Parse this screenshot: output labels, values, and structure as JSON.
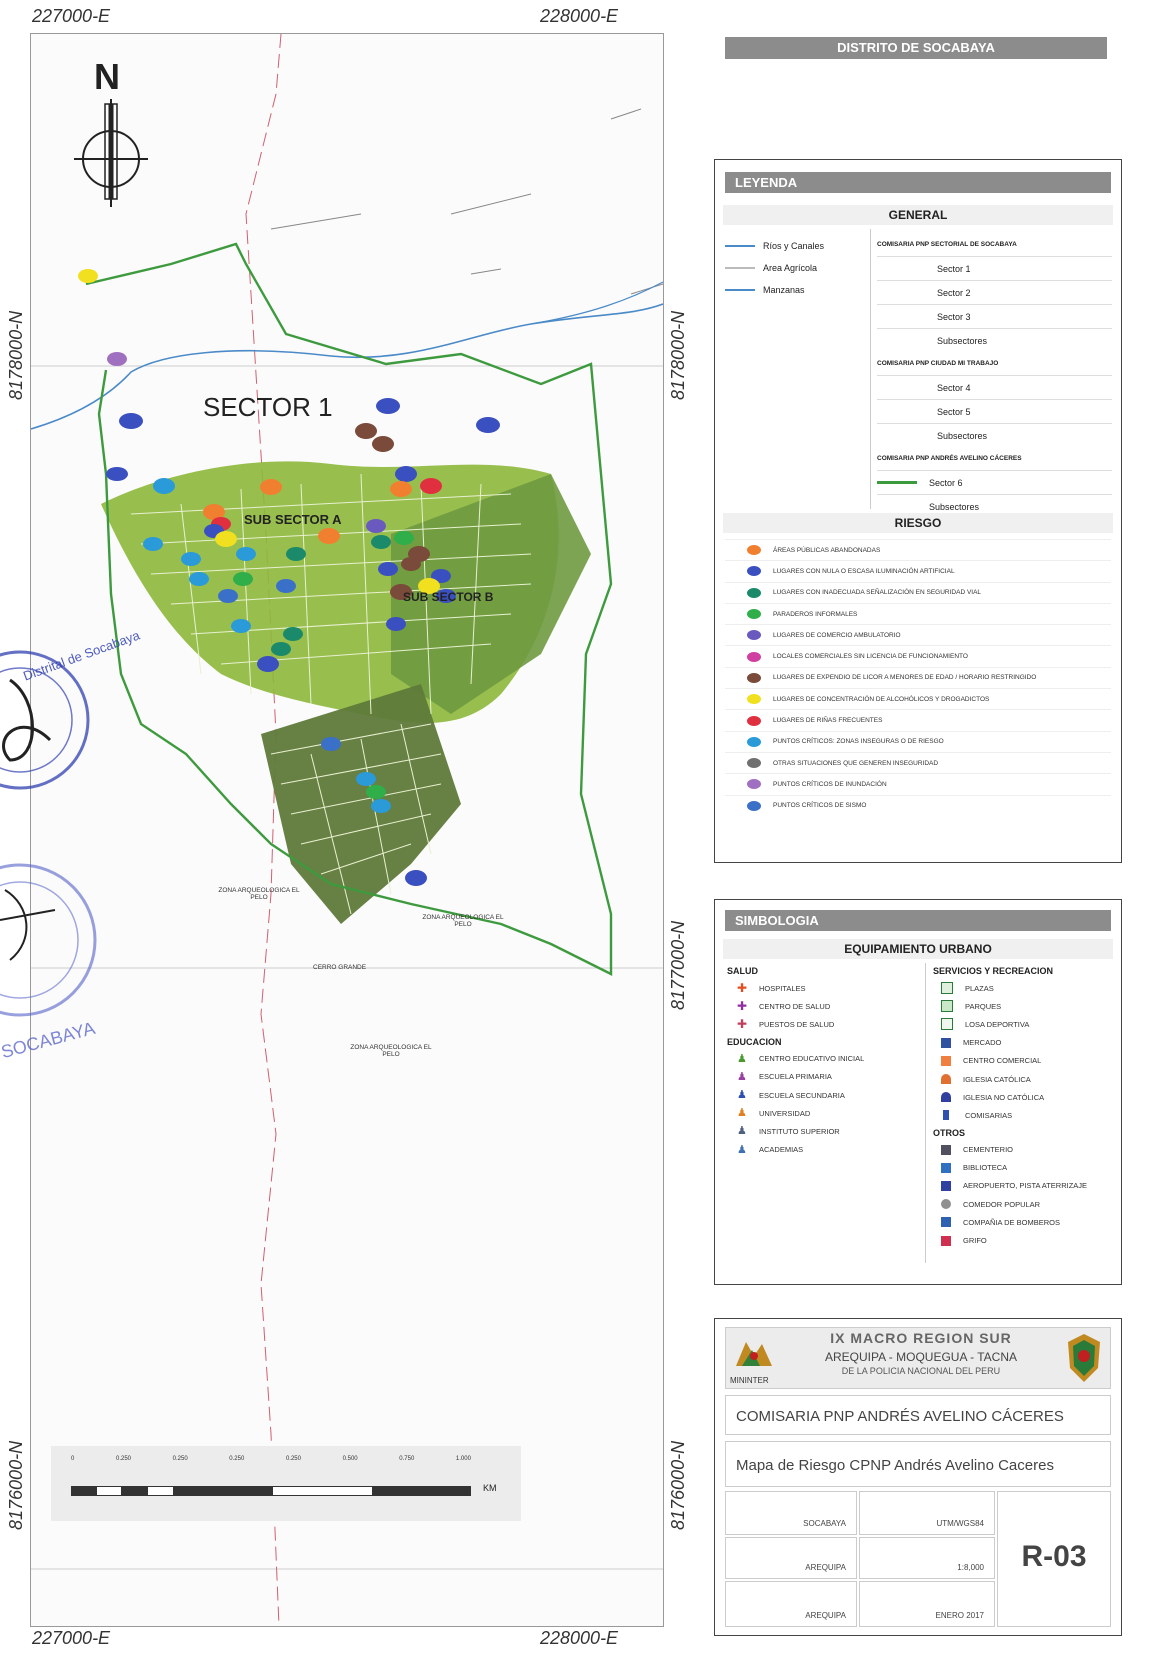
{
  "coords": {
    "top_left": "227000-E",
    "top_right": "228000-E",
    "bottom_left": "227000-E",
    "bottom_right": "228000-E",
    "left_upper": "8178000-N",
    "left_lower": "8176000-N",
    "right_upper": "8178000-N",
    "right_middle": "8177000-N",
    "right_lower": "8176000-N"
  },
  "map": {
    "north_label": "N",
    "sector_label": "SECTOR 1",
    "sub_sector_a": "SUB SECTOR A",
    "sub_sector_b": "SUB SECTOR B",
    "place_1": "ZONA ARQUEOLOGICA EL PELO",
    "place_2": "ZONA ARQUEOLOGICA EL PELO",
    "place_3": "CERRO GRANDE",
    "place_4": "ZONA ARQUEOLOGICA EL PELO",
    "scale_ticks": [
      "0",
      "0.250",
      "0.250",
      "0.250",
      "0.250",
      "0.500",
      "0.750",
      "1.000"
    ],
    "scale_unit": "KM",
    "colors": {
      "boundary": "#3e9a3e",
      "river": "#4a8ac8",
      "urban": "#8db83a",
      "urban_dark": "#5f7a3a"
    }
  },
  "district_banner": "DISTRITO DE SOCABAYA",
  "legend": {
    "title": "LEYENDA",
    "general_title": "GENERAL",
    "left_items": [
      {
        "label": "Ríos y Canales",
        "color": "#4a8ac8"
      },
      {
        "label": "Area Agrícola",
        "color": "#bbbbbb"
      },
      {
        "label": "Manzanas",
        "color": "#4a8ac8"
      }
    ],
    "right_items": [
      {
        "label": "COMISARIA PNP SECTORIAL DE SOCABAYA",
        "heading": true
      },
      {
        "label": "Sector 1",
        "heading": false
      },
      {
        "label": "Sector 2",
        "heading": false
      },
      {
        "label": "Sector 3",
        "heading": false
      },
      {
        "label": "Subsectores",
        "heading": false
      },
      {
        "label": "COMISARIA PNP CIUDAD MI TRABAJO",
        "heading": true
      },
      {
        "label": "Sector 4",
        "heading": false
      },
      {
        "label": "Sector 5",
        "heading": false
      },
      {
        "label": "Subsectores",
        "heading": false
      },
      {
        "label": "COMISARIA PNP ANDRÉS AVELINO CÁCERES",
        "heading": true
      },
      {
        "label": "Sector 6",
        "heading": false
      },
      {
        "label": "Subsectores",
        "heading": false
      }
    ],
    "risk_title": "RIESGO",
    "risk_items": [
      {
        "label": "ÁREAS PÚBLICAS ABANDONADAS",
        "color": "#f08030"
      },
      {
        "label": "LUGARES CON NULA O ESCASA ILUMINACIÓN ARTIFICIAL",
        "color": "#3a4fc0"
      },
      {
        "label": "LUGARES CON INADECUADA SEÑALIZACIÓN EN SEGURIDAD VIAL",
        "color": "#1a8a6a"
      },
      {
        "label": "PARADEROS INFORMALES",
        "color": "#2fae4a"
      },
      {
        "label": "LUGARES DE COMERCIO AMBULATORIO",
        "color": "#6a5ac0"
      },
      {
        "label": "LOCALES COMERCIALES SIN LICENCIA DE FUNCIONAMIENTO",
        "color": "#d040a0"
      },
      {
        "label": "LUGARES DE EXPENDIO DE LICOR A MENORES DE EDAD / HORARIO RESTRINGIDO",
        "color": "#7a4a3a"
      },
      {
        "label": "LUGARES DE CONCENTRACIÓN DE ALCOHÓLICOS Y DROGADICTOS",
        "color": "#f0e020"
      },
      {
        "label": "LUGARES DE RIÑAS FRECUENTES",
        "color": "#e03040"
      },
      {
        "label": "PUNTOS CRÍTICOS: ZONAS INSEGURAS O DE RIESGO",
        "color": "#2a9ad8"
      },
      {
        "label": "OTRAS SITUACIONES QUE GENEREN INSEGURIDAD",
        "color": "#707070"
      },
      {
        "label": "PUNTOS CRÍTICOS DE INUNDACIÓN",
        "color": "#a070c0"
      },
      {
        "label": "PUNTOS CRÍTICOS DE SISMO",
        "color": "#3a70c8"
      }
    ]
  },
  "simbologia": {
    "title": "SIMBOLOGIA",
    "subtitle": "EQUIPAMIENTO URBANO",
    "salud_title": "SALUD",
    "salud": [
      "HOSPITALES",
      "CENTRO DE SALUD",
      "PUESTOS DE SALUD"
    ],
    "educacion_title": "EDUCACION",
    "educacion": [
      "CENTRO EDUCATIVO INICIAL",
      "ESCUELA PRIMARIA",
      "ESCUELA SECUNDARIA",
      "UNIVERSIDAD",
      "INSTITUTO SUPERIOR",
      "ACADEMIAS"
    ],
    "servicios_title": "SERVICIOS Y RECREACION",
    "servicios": [
      "PLAZAS",
      "PARQUES",
      "LOSA DEPORTIVA",
      "MERCADO",
      "CENTRO COMERCIAL",
      "IGLESIA CATÓLICA",
      "IGLESIA NO CATÓLICA",
      "COMISARIAS"
    ],
    "otros_title": "OTROS",
    "otros": [
      "CEMENTERIO",
      "BIBLIOTECA",
      "AEROPUERTO, PISTA ATERRIZAJE",
      "COMEDOR POPULAR",
      "COMPAÑIA DE BOMBEROS",
      "GRIFO"
    ]
  },
  "title_block": {
    "region": "IX MACRO REGION SUR",
    "sub_region": "AREQUIPA - MOQUEGUA - TACNA",
    "police": "DE LA POLICIA NACIONAL DEL PERU",
    "logo_text": "MININTER",
    "comisaria": "COMISARIA PNP ANDRÉS AVELINO CÁCERES",
    "map_title": "Mapa de Riesgo CPNP Andrés Avelino Caceres",
    "district": "SOCABAYA",
    "province": "AREQUIPA",
    "department": "AREQUIPA",
    "datum": "UTM/WGS84",
    "scale": "1:8,000",
    "date": "ENERO 2017",
    "sheet": "R-03"
  },
  "stamp": {
    "text_1": "Distrital de Socabaya",
    "text_2": "SOCABAYA"
  }
}
